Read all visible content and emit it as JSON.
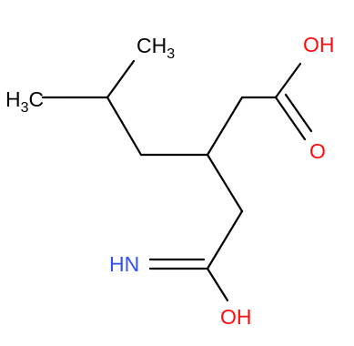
{
  "molecule": {
    "atoms": [
      {
        "id": "ch3_top",
        "label": "CH",
        "sub": "3",
        "element": "C",
        "color": "#000000"
      },
      {
        "id": "h3c_left",
        "label": "H",
        "sub": "3",
        "label_after": "C",
        "element": "C",
        "color": "#000000"
      },
      {
        "id": "oh_top",
        "label": "OH",
        "element": "O",
        "color": "#ff0d0d"
      },
      {
        "id": "o_carbonyl",
        "label": "O",
        "element": "O",
        "color": "#ff0d0d"
      },
      {
        "id": "hn_imine",
        "label": "HN",
        "element": "N",
        "color": "#3050f8"
      },
      {
        "id": "oh_bottom",
        "label": "OH",
        "element": "O",
        "color": "#ff0d0d"
      }
    ],
    "bonds": [
      {
        "from": "h3c_left",
        "to": "ch",
        "order": 1
      },
      {
        "from": "ch",
        "to": "ch3_top",
        "order": 1
      },
      {
        "from": "ch",
        "to": "ch2_a",
        "order": 1
      },
      {
        "from": "ch2_a",
        "to": "c3",
        "order": 1
      },
      {
        "from": "c3",
        "to": "ch2_b",
        "order": 1
      },
      {
        "from": "ch2_b",
        "to": "c_acid",
        "order": 1
      },
      {
        "from": "c_acid",
        "to": "oh_top",
        "order": 1
      },
      {
        "from": "c_acid",
        "to": "o_carbonyl",
        "order": 2
      },
      {
        "from": "c3",
        "to": "ch2_c",
        "order": 1
      },
      {
        "from": "ch2_c",
        "to": "c_amid",
        "order": 1
      },
      {
        "from": "c_amid",
        "to": "hn_imine",
        "order": 2
      },
      {
        "from": "c_amid",
        "to": "oh_bottom",
        "order": 1
      }
    ]
  }
}
